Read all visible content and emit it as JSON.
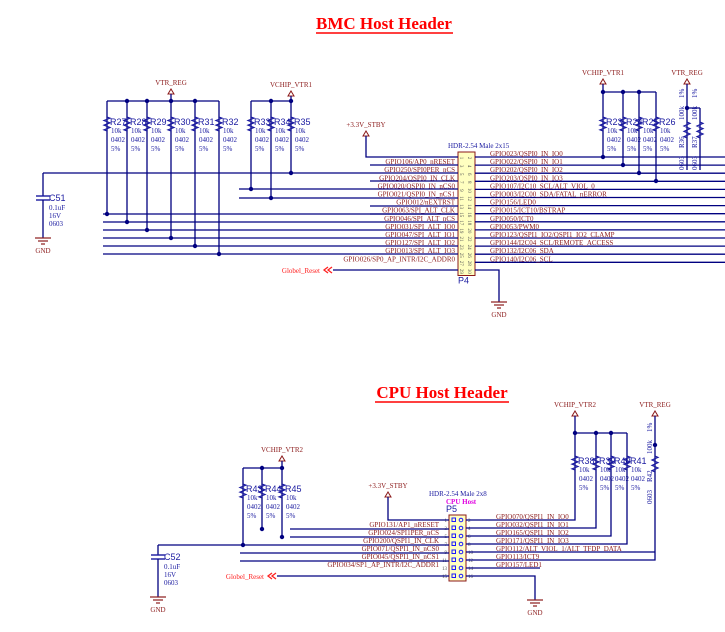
{
  "bmc": {
    "title": "BMC Host Header",
    "vtr_reg_label": "VTR_REG",
    "vchip_vtr1_label": "VCHIP_VTR1",
    "stby_label": "+3.3V_STBY",
    "header_part": "HDR-2.54 Male 2x15",
    "header_ref": "P4",
    "gnd_label": "GND",
    "reset_net": "Globel_Reset",
    "cap": {
      "ref": "C51",
      "value": "0.1uF",
      "voltage": "16V",
      "package": "0603",
      "gnd": "GND"
    },
    "resistors_left": [
      {
        "ref": "R27",
        "value": "10k",
        "package": "0402",
        "tol": "5%"
      },
      {
        "ref": "R28",
        "value": "10k",
        "package": "0402",
        "tol": "5%"
      },
      {
        "ref": "R29",
        "value": "10k",
        "package": "0402",
        "tol": "5%"
      },
      {
        "ref": "R30",
        "value": "10k",
        "package": "0402",
        "tol": "5%"
      },
      {
        "ref": "R31",
        "value": "10k",
        "package": "0402",
        "tol": "5%"
      },
      {
        "ref": "R32",
        "value": "10k",
        "package": "0402",
        "tol": "5%"
      }
    ],
    "resistors_mid": [
      {
        "ref": "R33",
        "value": "10k",
        "package": "0402",
        "tol": "5%"
      },
      {
        "ref": "R34",
        "value": "10k",
        "package": "0402",
        "tol": "5%"
      },
      {
        "ref": "R35",
        "value": "10k",
        "package": "0402",
        "tol": "5%"
      }
    ],
    "resistors_right": [
      {
        "ref": "R23",
        "value": "10k",
        "package": "0402",
        "tol": "5%"
      },
      {
        "ref": "R24",
        "value": "10k",
        "package": "0402",
        "tol": "5%"
      },
      {
        "ref": "R25",
        "value": "10k",
        "package": "0402",
        "tol": "5%"
      },
      {
        "ref": "R26",
        "value": "10k",
        "package": "0402",
        "tol": "5%"
      }
    ],
    "resistors_vert": [
      {
        "ref": "R36",
        "value": "100k",
        "package": "0603",
        "tol": "1%"
      },
      {
        "ref": "R37",
        "value": "100k",
        "package": "0603",
        "tol": "1%"
      }
    ],
    "left_signals": [
      "GPIO106/AP0_nRESET",
      "GPIO250/SPI0PER_nCS",
      "GPIO204/QSPI0_IN_CLK",
      "GPIO020/QSPI0_IN_nCS0",
      "GPIO021/QSPI0_IN_nCS1",
      "GPIO012/nEXTRST",
      "GPIO063/SPI_ALT_CLK",
      "GPIO046/SPI_ALT_nCS",
      "GPIO031/SPI_ALT_IO0",
      "GPIO047/SPI_ALT_IO1",
      "GPIO127/SPI_ALT_IO2",
      "GPIO013/SPI_ALT_IO3",
      "GPIO026/SP0_AP_INTR/I2C_ADDR0"
    ],
    "right_signals": [
      "GPIO023/QSPI0_IN_IO0",
      "GPIO022/QSPI0_IN_IO1",
      "GPIO202/QSPI0_IN_IO2",
      "GPIO203/QSPI0_IN_IO3",
      "GPIO107/I2C10_SCL/ALT_VIOL_0",
      "GPIO003/I2C00_SDA/FATAL_nERROR",
      "GPIO156/LED0",
      "GPIO015/ICT10/BSTRAP",
      "GPIO050/ICT0",
      "GPIO053/PWM0",
      "GPIO123/QSPI1_IO2/QSPI1_IO2_CLAMP",
      "GPIO144/I2C04_SCL/REMOTE_ACCESS",
      "GPIO132/I2C06_SDA",
      "GPIO140/I2C06_SCL"
    ]
  },
  "cpu": {
    "title": "CPU Host Header",
    "vtr_reg_label": "VTR_REG",
    "vchip_vtr2_left_label": "VCHIP_VTR2",
    "vchip_vtr2_right_label": "VCHIP_VTR2",
    "stby_label": "+3.3V_STBY",
    "header_part": "HDR-2.54 Male 2x8",
    "header_name": "CPU Host",
    "header_ref": "P5",
    "gnd_label": "GND",
    "reset_net": "Globel_Reset",
    "cap": {
      "ref": "C52",
      "value": "0.1uF",
      "voltage": "16V",
      "package": "0603",
      "gnd": "GND"
    },
    "resistors_left": [
      {
        "ref": "R43",
        "value": "10k",
        "package": "0402",
        "tol": "5%"
      },
      {
        "ref": "R44",
        "value": "10k",
        "package": "0402",
        "tol": "5%"
      },
      {
        "ref": "R45",
        "value": "10k",
        "package": "0402",
        "tol": "5%"
      }
    ],
    "resistors_right": [
      {
        "ref": "R38",
        "value": "10k",
        "package": "0402",
        "tol": "5%"
      },
      {
        "ref": "R39",
        "value": "10k",
        "package": "0402",
        "tol": "5%"
      },
      {
        "ref": "R40",
        "value": "10k",
        "package": "0402",
        "tol": "5%"
      },
      {
        "ref": "R41",
        "value": "10k",
        "package": "0402",
        "tol": "5%"
      }
    ],
    "resistor_vert": {
      "ref": "R42",
      "value": "100k",
      "package": "0603",
      "tol": "1%"
    },
    "left_signals": [
      "GPIO131/AP1_nRESET",
      "GPIO024/SPI1PER_nCS",
      "GPIO200/QSPI1_IN_CLK",
      "GPIO071/QSPI1_IN_nCS0",
      "GPIO045/QSPI1_IN_nCS1",
      "GPIO034/SP1_AP_INTR/I2C_ADDR1"
    ],
    "right_signals": [
      "GPIO070/QSPI1_IN_IO0",
      "GPIO032/QSPI1_IN_IO1",
      "GPIO165/QSPI1_IN_IO2",
      "GPIO171/QSPI1_IN_IO3",
      "GPIO112/ALT_VIOL_1/ALT_TFDP_DATA",
      "GPIO113/ICT9",
      "GPIO157/LED1"
    ],
    "pins_left": [
      "1",
      "3",
      "5",
      "7",
      "9",
      "11",
      "13",
      "15"
    ],
    "pins_right": [
      "2",
      "4",
      "6",
      "8",
      "10",
      "12",
      "14",
      "16"
    ]
  }
}
